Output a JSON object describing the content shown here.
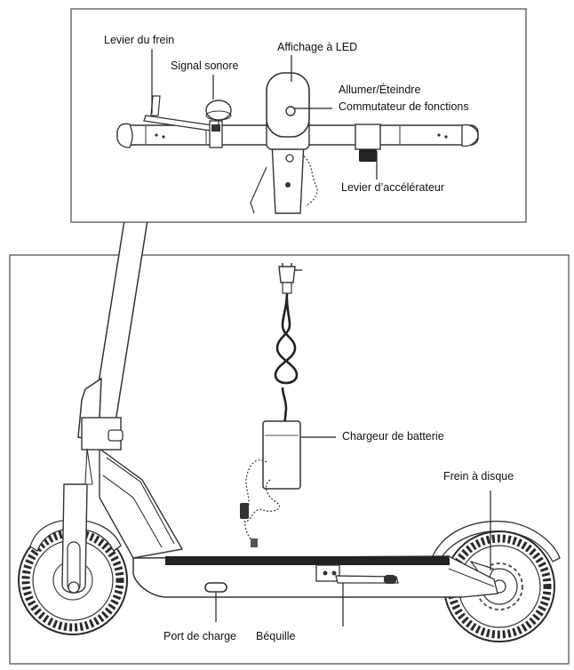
{
  "labels": {
    "brake_lever": "Levier du frein",
    "bell": "Signal sonore",
    "led_display": "Affichage à LED",
    "power": "Allumer/Éteindre",
    "mode_switch": "Commutateur de fonctions",
    "throttle": "Levier d’accélérateur",
    "charger": "Chargeur de batterie",
    "disc_brake": "Frein à disque",
    "charge_port": "Port de charge",
    "kickstand": "Béquille"
  },
  "colors": {
    "stroke": "#333333",
    "tire": "#2a2a2a",
    "panel_border": "#555555"
  }
}
